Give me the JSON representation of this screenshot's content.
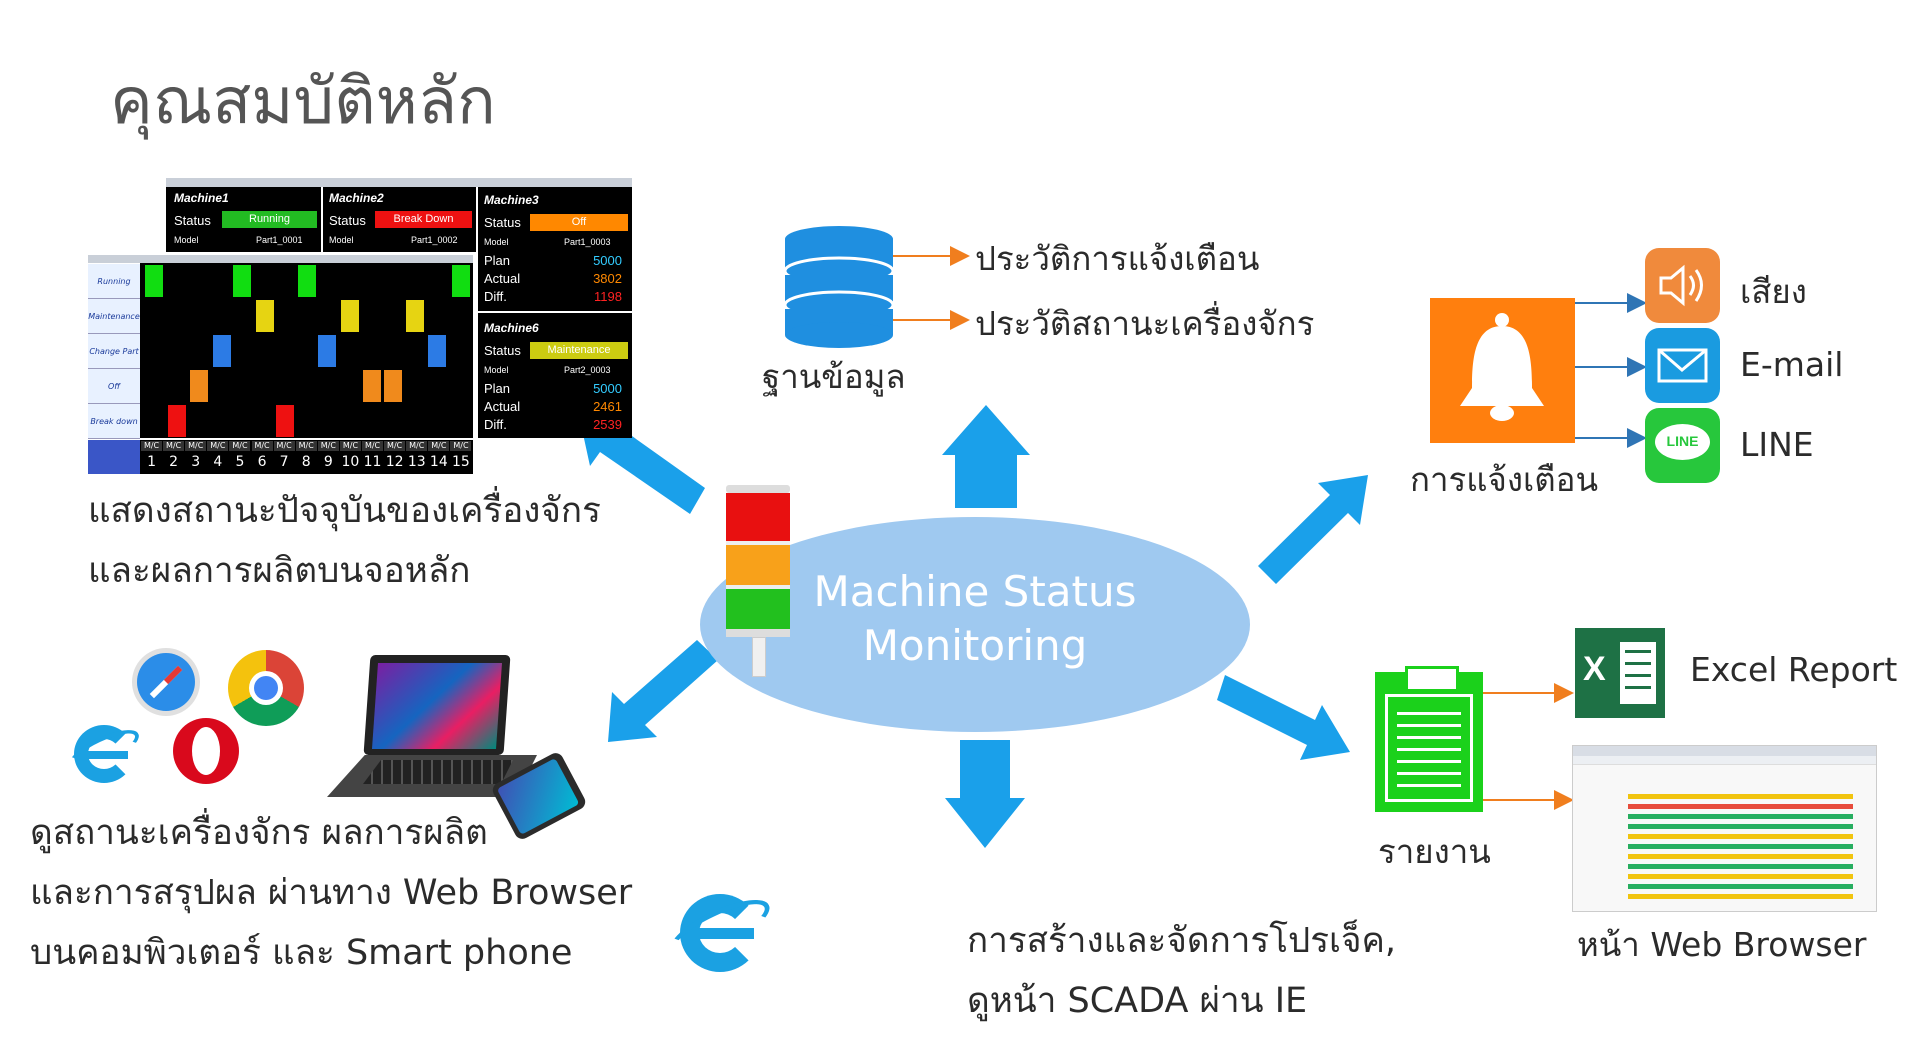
{
  "title": "คุณสมบัติหลัก",
  "hub": {
    "line1": "Machine Status",
    "line2": "Monitoring"
  },
  "database": {
    "label": "ฐานข้อมูล",
    "item1": "ประวัติการแจ้งเตือน",
    "item2": "ประวัติสถานะเครื่องจักร"
  },
  "alert": {
    "label": "การแจ้งเตือน",
    "sound": "เสียง",
    "email": "E-mail",
    "line": "LINE",
    "line_logo_text": "LINE"
  },
  "dashboard_caption": {
    "line1": "แสดงสถานะปัจจุบันของเครื่องจักร",
    "line2": "และผลการผลิตบนจอหลัก"
  },
  "web_caption": {
    "line1": "ดูสถานะเครื่องจักร ผลการผลิต",
    "line2": "และการสรุปผล ผ่านทาง Web Browser",
    "line3": "บนคอมพิวเตอร์ และ Smart phone"
  },
  "scada_caption": {
    "line1": "การสร้างและจัดการโปรเจ็ค,",
    "line2": "ดูหน้า SCADA ผ่าน IE"
  },
  "report": {
    "label": "รายงาน",
    "excel": "Excel Report",
    "excel_logo_text": "X",
    "web": "หน้า Web Browser"
  },
  "dashboard": {
    "machines": [
      {
        "name": "Machine1",
        "status_label": "Status",
        "status": "Running",
        "status_color": "#22bb22",
        "model_label": "Model",
        "model": "Part1_0001"
      },
      {
        "name": "Machine2",
        "status_label": "Status",
        "status": "Break Down",
        "status_color": "#ee1111",
        "model_label": "Model",
        "model": "Part1_0002"
      },
      {
        "name": "Machine3",
        "status_label": "Status",
        "status": "Off",
        "status_color": "#ff8800",
        "model_label": "Model",
        "model": "Part1_0003",
        "plan_label": "Plan",
        "plan": "5000",
        "actual_label": "Actual",
        "actual": "3802",
        "diff_label": "Diff.",
        "diff": "1198"
      },
      {
        "name": "Machine6",
        "status_label": "Status",
        "status": "Maintenance",
        "status_color": "#cccc11",
        "model_label": "Model",
        "model": "Part2_0003",
        "plan_label": "Plan",
        "plan": "5000",
        "actual_label": "Actual",
        "actual": "2461",
        "diff_label": "Diff.",
        "diff": "2539"
      }
    ],
    "row_labels": [
      "Running",
      "Maintenance",
      "Change Part",
      "Off",
      "Break down"
    ],
    "mc_label": "M/C",
    "mc_numbers": [
      "1",
      "2",
      "3",
      "4",
      "5",
      "6",
      "7",
      "8",
      "9",
      "10",
      "11",
      "12",
      "13",
      "14",
      "15"
    ]
  },
  "colors": {
    "arrow": "#1aa0ea",
    "hub": "#9fc9f0",
    "alert_orange": "#ff7f0e",
    "line_green": "#27c73c",
    "report_green": "#1bd11b",
    "excel_green": "#1e7145"
  }
}
